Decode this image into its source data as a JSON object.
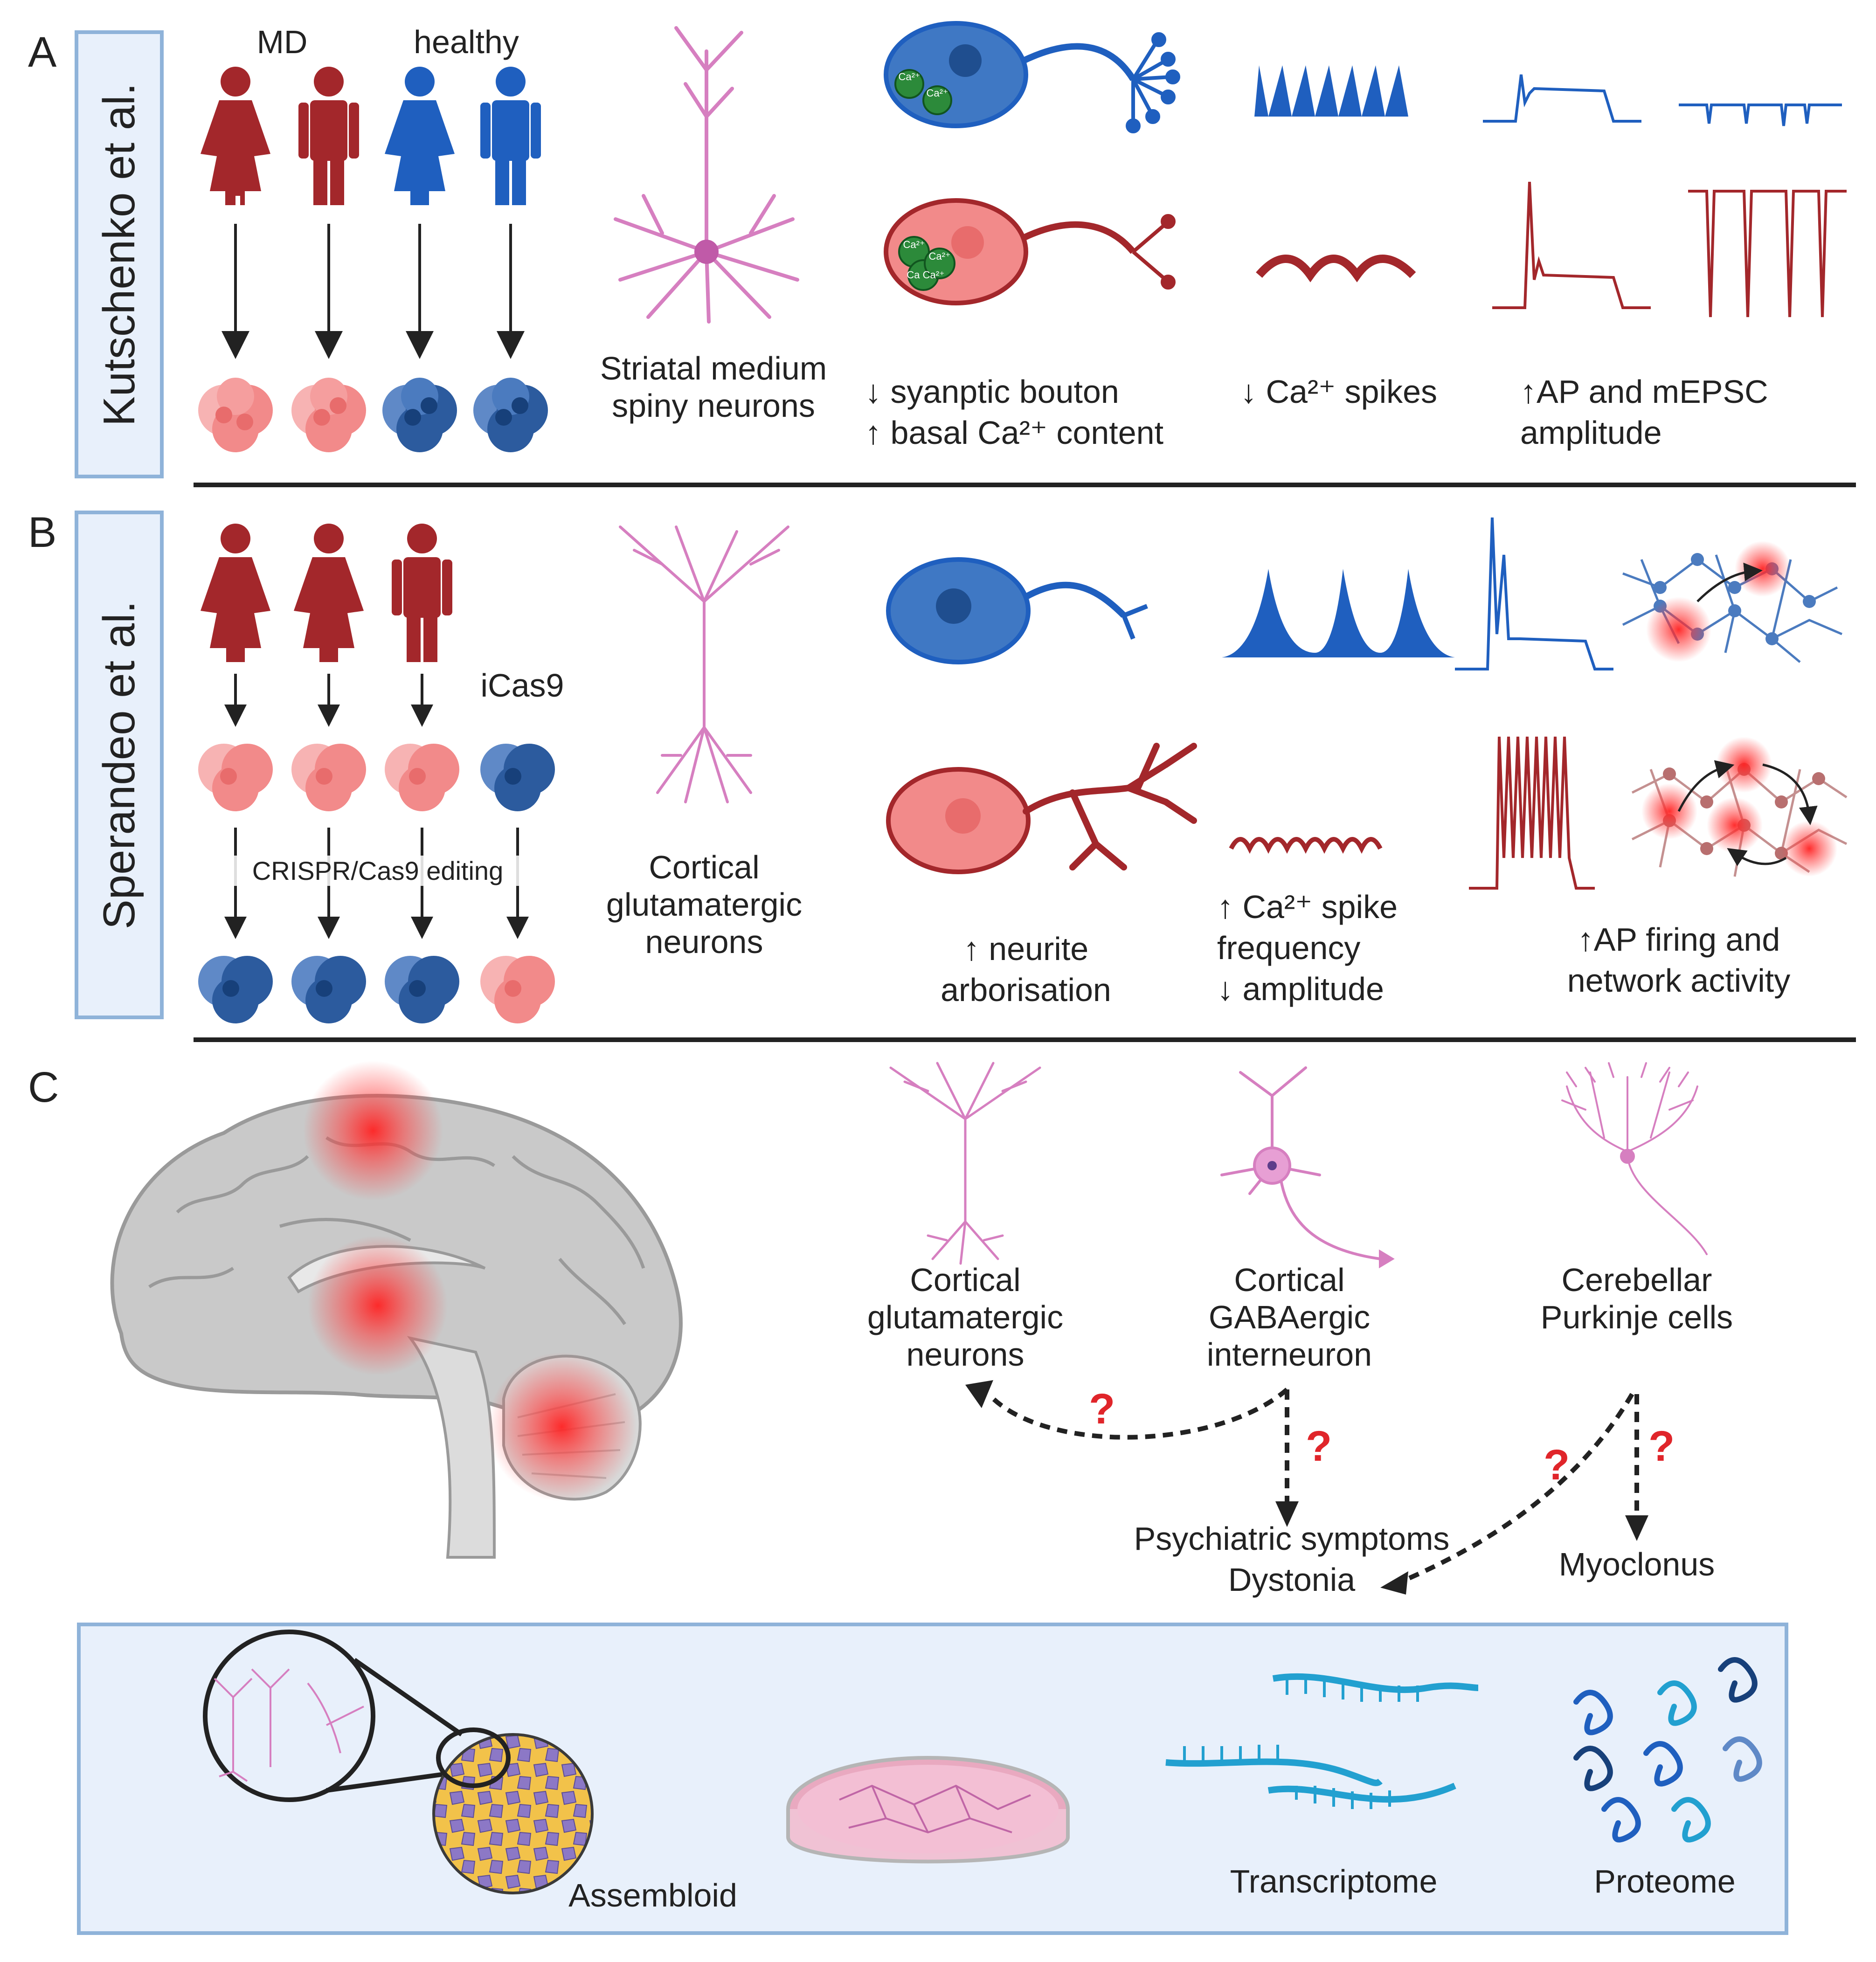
{
  "panels": {
    "A": {
      "letter": "A",
      "study": "Kutschenko et al.",
      "groups": {
        "md": "MD",
        "healthy": "healthy"
      },
      "neuron_type": "Striatal medium spiny neurons",
      "findings": {
        "morphology": [
          "↓ syanptic bouton",
          "↑ basal Ca²⁺ content"
        ],
        "calcium": "↓ Ca²⁺ spikes",
        "electro": [
          "↑AP and mEPSC",
          "amplitude"
        ]
      },
      "ca_labels": [
        "Ca²⁺",
        "Ca²⁺",
        "Ca²⁺",
        "Ca²⁺",
        "Ca Ca²⁺"
      ]
    },
    "B": {
      "letter": "B",
      "study": "Sperandeo et al.",
      "icas9": "iCas9",
      "editing": "CRISPR/Cas9 editing",
      "neuron_type": "Cortical glutamatergic neurons",
      "findings": {
        "morphology": [
          "↑ neurite",
          "arborisation"
        ],
        "calcium": [
          "↑ Ca²⁺ spike",
          "frequency",
          "↓ amplitude"
        ],
        "electro": [
          "↑AP firing and",
          "network activity"
        ]
      }
    },
    "C": {
      "letter": "C",
      "cell_types": [
        "Cortical glutamatergic neurons",
        "Cortical GABAergic interneuron",
        "Cerebellar Purkinje cells"
      ],
      "symptoms": [
        "Psychiatric symptoms",
        "Dystonia"
      ],
      "myoclonus": "Myoclonus",
      "question": "?",
      "tools": {
        "assembloid": "Assembloid",
        "transcriptome": "Transcriptome",
        "proteome": "Proteome"
      }
    }
  },
  "colors": {
    "md_red": "#a3272b",
    "healthy_blue": "#1f5fbf",
    "light_red": "#f28a8a",
    "dark_blue": "#2c5b9e",
    "pink_neuron": "#d67fc0",
    "box_fill": "#e8f0fb",
    "box_border": "#8fb3d9",
    "highlight": "#ff3a3a"
  }
}
